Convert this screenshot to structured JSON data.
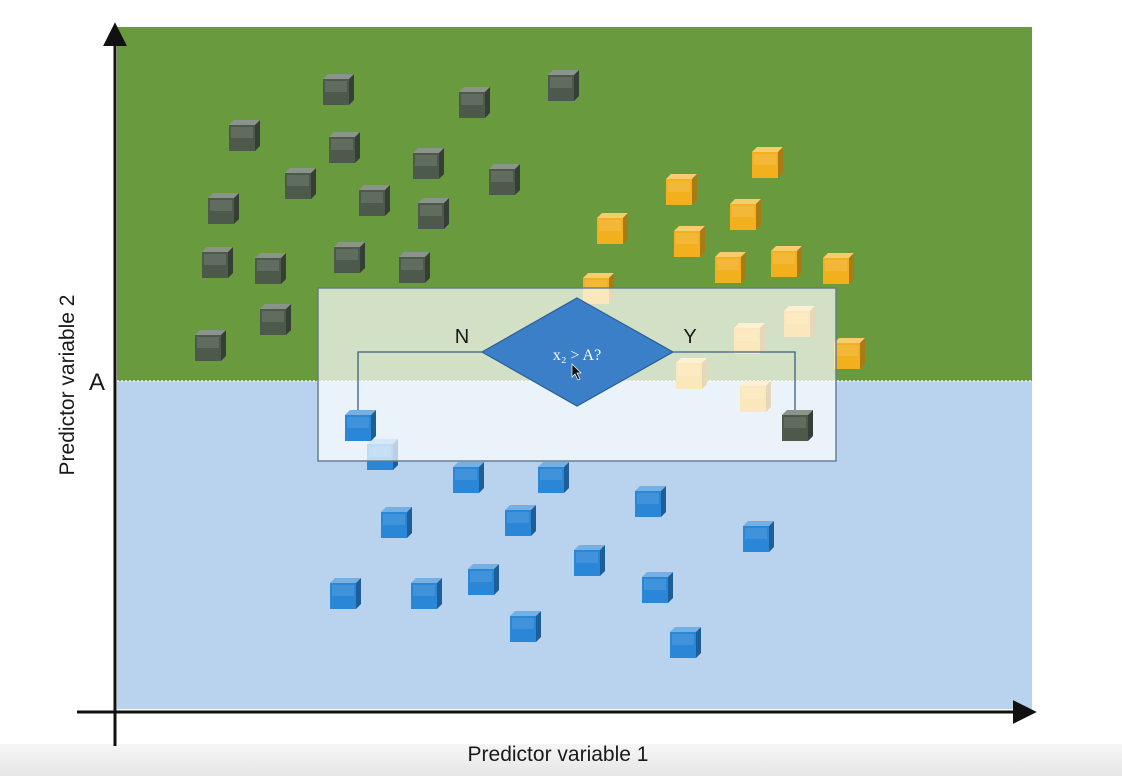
{
  "axes": {
    "x_label": "Predictor variable 1",
    "y_label": "Predictor variable 2",
    "threshold_label": "A"
  },
  "regions": {
    "upper_color": "#6a9a3e",
    "lower_color": "#b9d3ee"
  },
  "decision": {
    "condition": "x₂ > A?",
    "no_label": "N",
    "yes_label": "Y",
    "no_class": "blue",
    "yes_class": "gray"
  },
  "cube_colors": {
    "gray": "#4d5a4b",
    "yellow": "#f2b01e",
    "blue": "#2a86d6"
  },
  "cubes": {
    "gray": [
      [
        336,
        92
      ],
      [
        472,
        105
      ],
      [
        561,
        88
      ],
      [
        242,
        138
      ],
      [
        342,
        150
      ],
      [
        426,
        166
      ],
      [
        298,
        186
      ],
      [
        502,
        182
      ],
      [
        221,
        211
      ],
      [
        372,
        203
      ],
      [
        431,
        216
      ],
      [
        215,
        265
      ],
      [
        268,
        271
      ],
      [
        347,
        260
      ],
      [
        412,
        270
      ],
      [
        273,
        322
      ],
      [
        208,
        348
      ]
    ],
    "yellow": [
      [
        765,
        165
      ],
      [
        679,
        192
      ],
      [
        743,
        217
      ],
      [
        610,
        231
      ],
      [
        687,
        244
      ],
      [
        728,
        270
      ],
      [
        784,
        264
      ],
      [
        836,
        271
      ],
      [
        596,
        291
      ],
      [
        797,
        324
      ],
      [
        847,
        356
      ],
      [
        747,
        341
      ],
      [
        689,
        376
      ],
      [
        753,
        399
      ]
    ],
    "blue": [
      [
        380,
        457
      ],
      [
        466,
        480
      ],
      [
        551,
        480
      ],
      [
        648,
        504
      ],
      [
        394,
        525
      ],
      [
        518,
        523
      ],
      [
        756,
        539
      ],
      [
        587,
        563
      ],
      [
        343,
        596
      ],
      [
        424,
        596
      ],
      [
        481,
        582
      ],
      [
        655,
        590
      ],
      [
        523,
        629
      ],
      [
        683,
        645
      ]
    ]
  }
}
